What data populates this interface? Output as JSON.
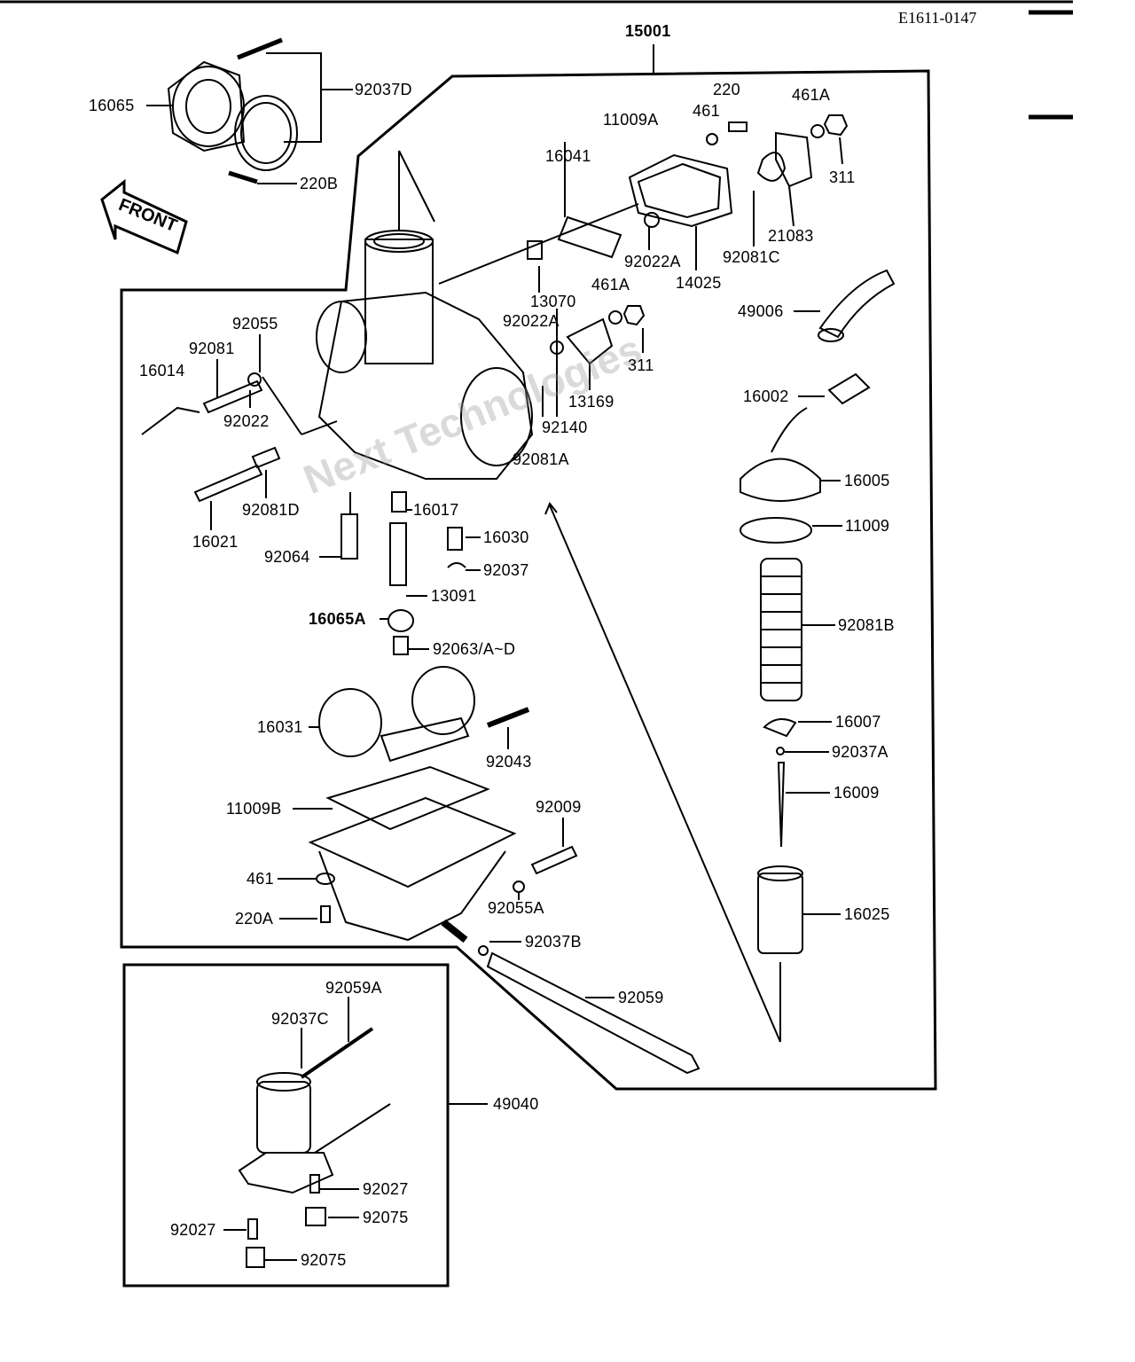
{
  "diagram_code": "E1611-0147",
  "front_label": "FRONT",
  "watermark": "Next Technologies",
  "labels": [
    "15001",
    "16065",
    "92037D",
    "220B",
    "11009A",
    "220",
    "461",
    "461A",
    "311",
    "16041",
    "21083",
    "92022A",
    "92081C",
    "14025",
    "13070",
    "461A",
    "92022A",
    "311",
    "49006",
    "92055",
    "92081",
    "16014",
    "92022",
    "13169",
    "92140",
    "92081A",
    "16002",
    "16005",
    "11009",
    "16017",
    "16030",
    "92081D",
    "16021",
    "92064",
    "92037",
    "13091",
    "16065A",
    "92063/A~D",
    "92081B",
    "16007",
    "92037A",
    "16009",
    "16031",
    "92043",
    "11009B",
    "92009",
    "461",
    "220A",
    "92055A",
    "16025",
    "92037B",
    "92059",
    "92059A",
    "92037C",
    "49040",
    "92027",
    "92075",
    "92027",
    "92075"
  ]
}
